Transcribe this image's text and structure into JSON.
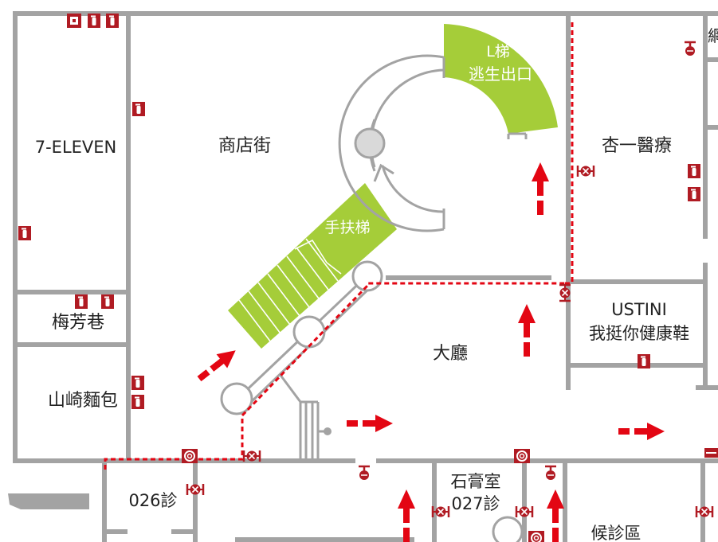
{
  "rooms": {
    "seven_eleven": "7-ELEVEN",
    "shopping_street": "商店街",
    "meifang_lane": "梅芳巷",
    "yamazaki_bakery": "山崎麵包",
    "escalator": "手扶梯",
    "stair_l": "L梯",
    "escape_exit": "逃生出口",
    "xingyi_clinic": "杏一醫療",
    "ustini": "USTINI",
    "ustini_sub": "我挺你健康鞋",
    "hall": "大廳",
    "clinic_026": "026診",
    "plaster_room": "石膏室",
    "clinic_027": "027診",
    "waiting_area": "候診區",
    "edge_partial": "網"
  },
  "icons": {
    "extinguisher": "fire-extinguisher-icon",
    "hose_reel": "fire-hose-reel-icon",
    "alarm_bell": "fire-alarm-icon",
    "smoke_detector": "smoke-detector-icon",
    "escape_arrow": "evacuation-arrow-icon"
  },
  "colors": {
    "wall": "#a3a3a3",
    "green_zone": "#a5cd39",
    "route": "#e30613",
    "icon_red": "#b01b23",
    "bg": "#ffffff"
  }
}
